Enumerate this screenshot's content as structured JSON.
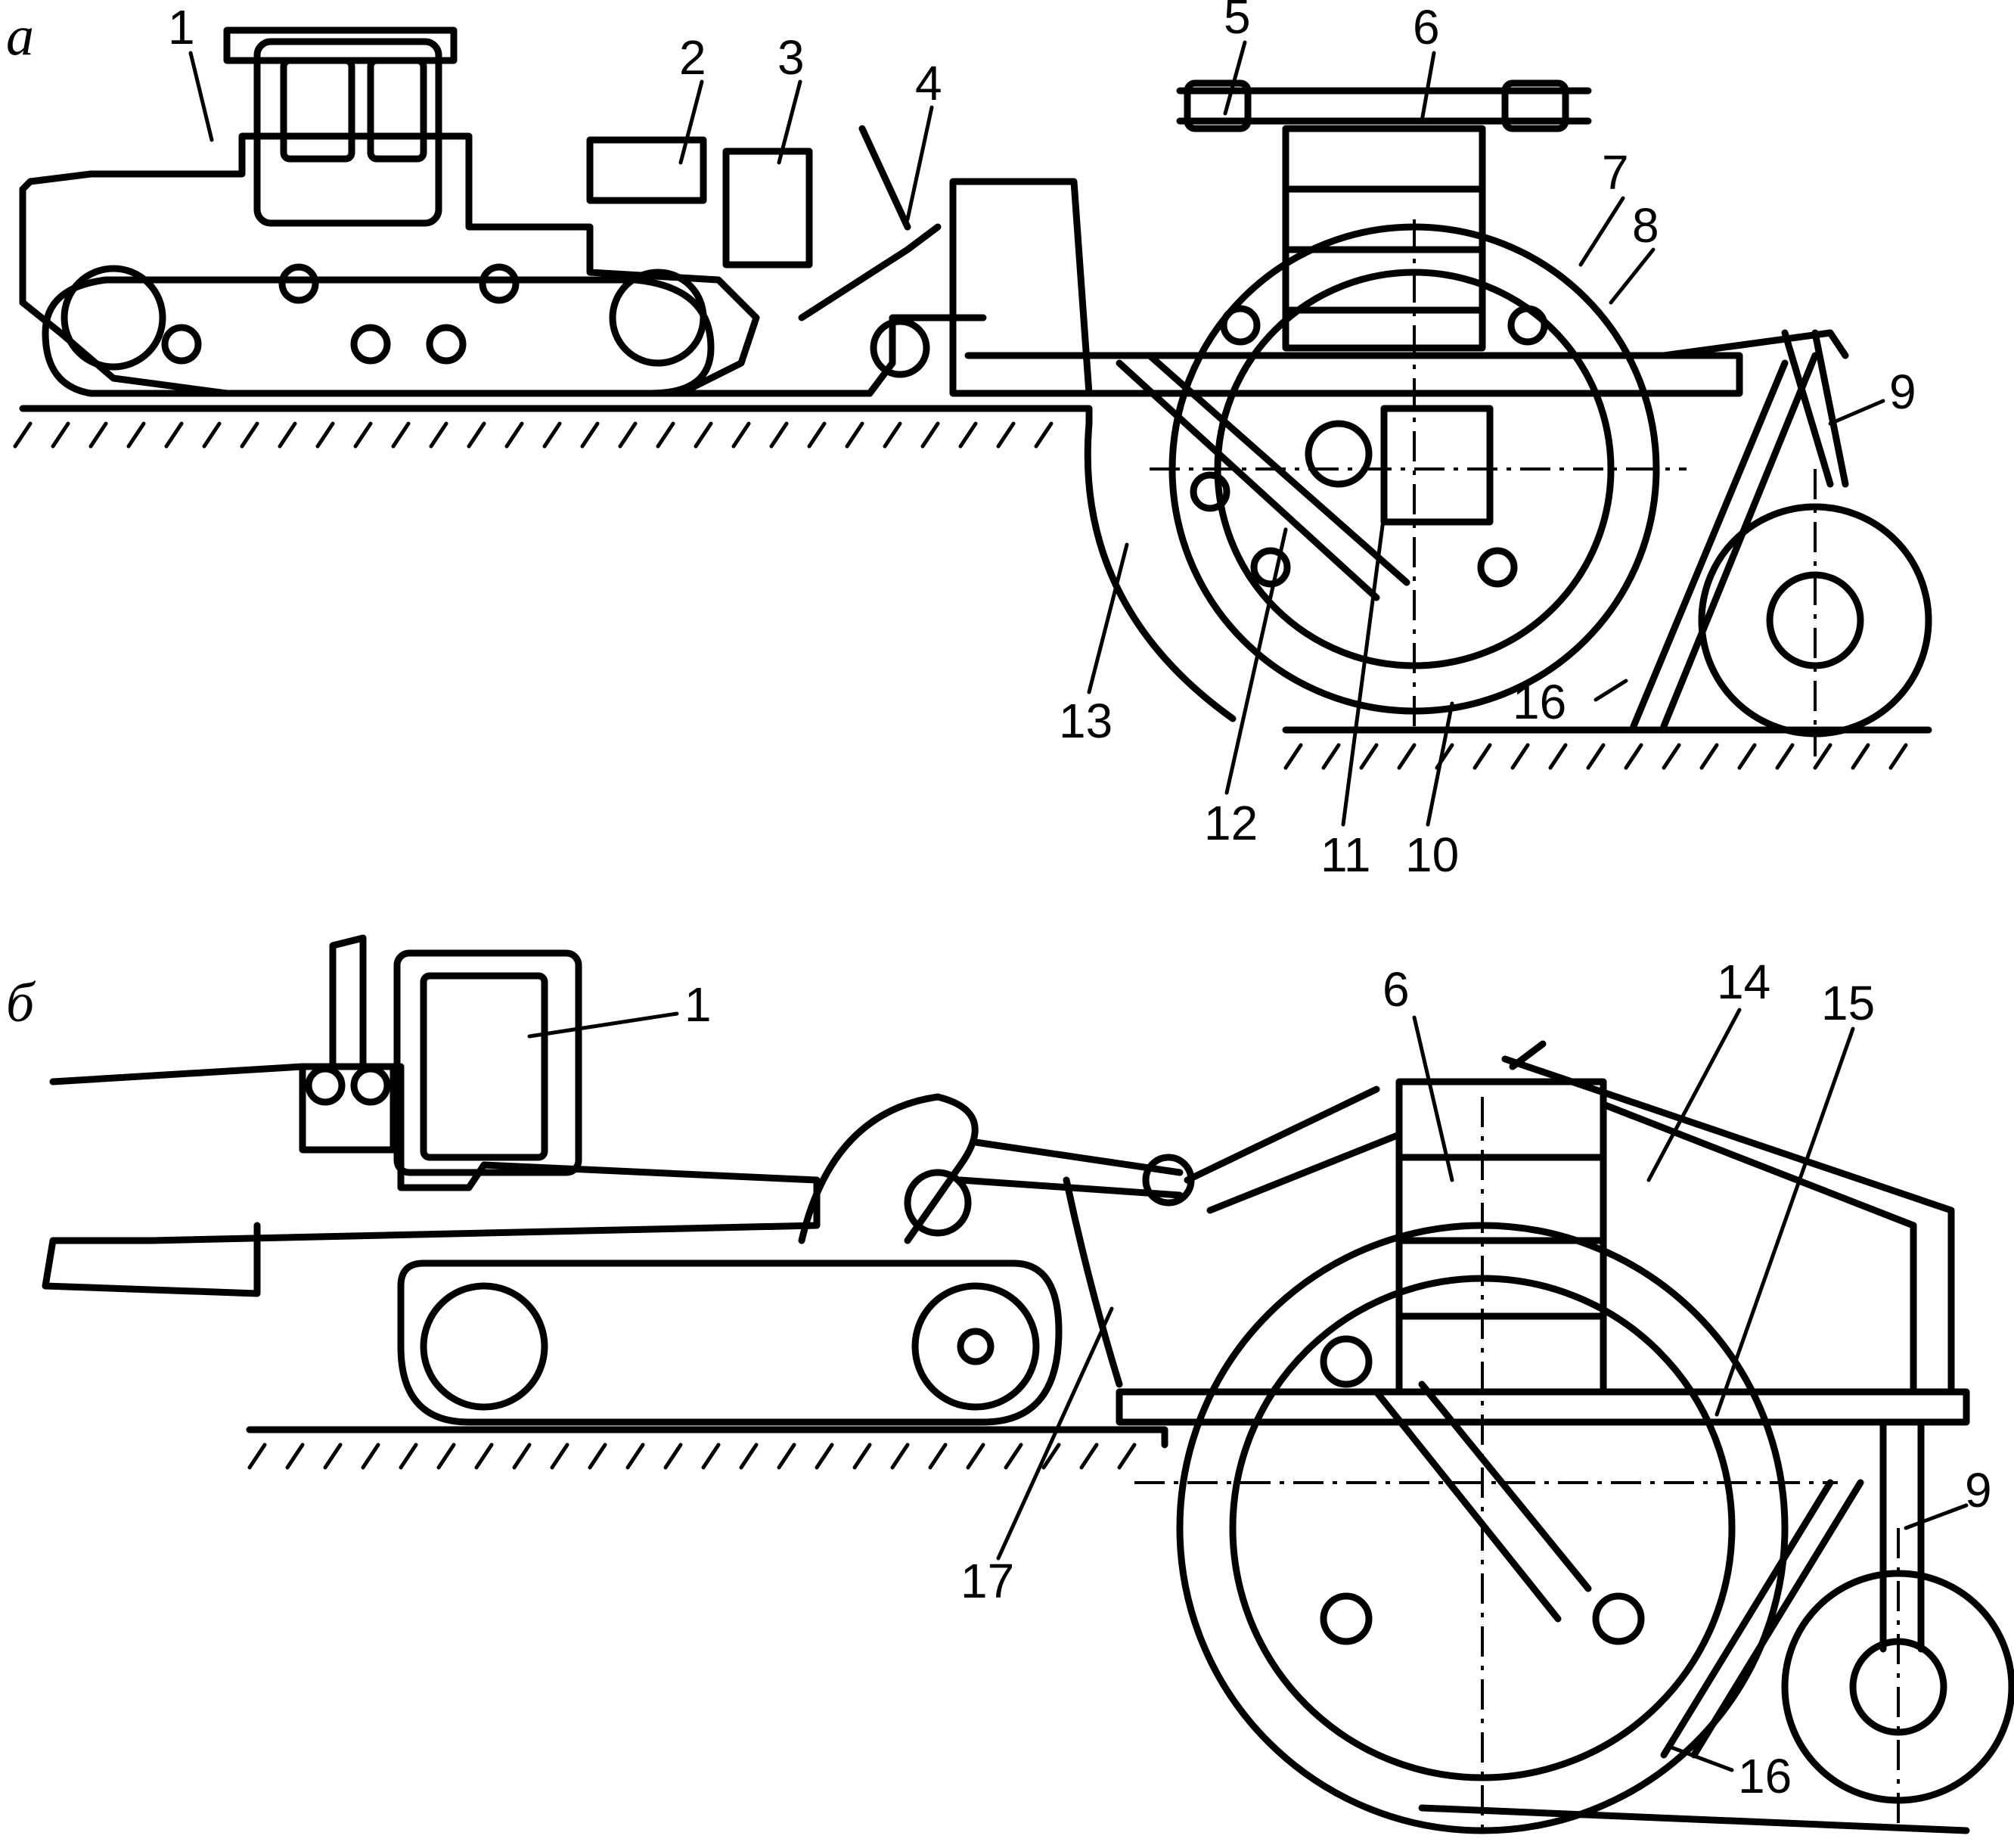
{
  "panels": [
    {
      "id": "a",
      "letter": "а",
      "labels": [
        "1",
        "2",
        "3",
        "4",
        "5",
        "6",
        "7",
        "8",
        "9",
        "10",
        "11",
        "12",
        "13",
        "16"
      ]
    },
    {
      "id": "b",
      "letter": "б",
      "labels": [
        "1",
        "6",
        "14",
        "15",
        "9",
        "17",
        "16"
      ]
    }
  ]
}
